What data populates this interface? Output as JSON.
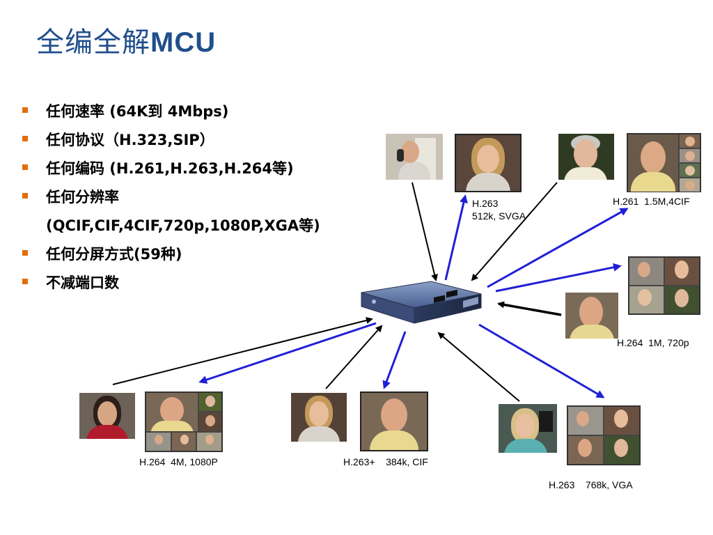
{
  "title": {
    "cjk": "全编全解",
    "latin": "MCU"
  },
  "bullets": [
    {
      "text": "任何速率 (64K到 4Mbps)",
      "marker": true
    },
    {
      "text": "任何协议（H.323,SIP）",
      "marker": true
    },
    {
      "text": "任何编码 (H.261,H.263,H.264等)",
      "marker": true
    },
    {
      "text": "任何分辨率",
      "marker": true
    },
    {
      "text": "(QCIF,CIF,4CIF,720p,1080P,XGA等)",
      "marker": false
    },
    {
      "text": "任何分屏方式(59种)",
      "marker": true
    },
    {
      "text": "不减端口数",
      "marker": true
    }
  ],
  "labels": {
    "svga": "H.263\n512k, SVGA",
    "fourcif": "H.261  1.5M,4CIF",
    "p720": "H.264  1M, 720p",
    "p1080": "H.264  4M, 1080P",
    "cif": "H.263+    384k, CIF",
    "vga": "H.263    768k, VGA"
  },
  "colors": {
    "title": "#1f4e8c",
    "bullet_marker": "#e36c0a",
    "arrow_in": "#000000",
    "arrow_out": "#1f1fd6",
    "device": "#3a4f80"
  }
}
